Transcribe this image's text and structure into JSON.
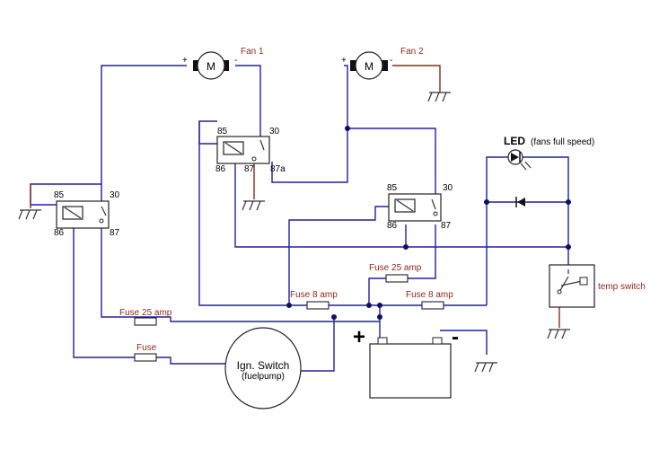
{
  "fans": [
    {
      "label": "Fan 1",
      "motor": "M",
      "plus": "+",
      "minus": "-"
    },
    {
      "label": "Fan 2",
      "motor": "M",
      "plus": "+",
      "minus": "-"
    }
  ],
  "relays": [
    {
      "pins": [
        "85",
        "30",
        "86",
        "87"
      ]
    },
    {
      "pins": [
        "85",
        "30",
        "86",
        "87",
        "87a"
      ]
    },
    {
      "pins": [
        "85",
        "30",
        "86",
        "87"
      ]
    }
  ],
  "fuses": [
    "Fuse 25 amp",
    "Fuse",
    "Fuse 8 amp",
    "Fuse 25 amp",
    "Fuse 8 amp"
  ],
  "led": {
    "label": "LED",
    "note": "(fans full speed)"
  },
  "temp_switch": {
    "label": "temp switch"
  },
  "ignition": {
    "line1": "Ign. Switch",
    "line2": "(fuelpump)"
  },
  "battery": {
    "plus": "+",
    "minus": "-"
  }
}
